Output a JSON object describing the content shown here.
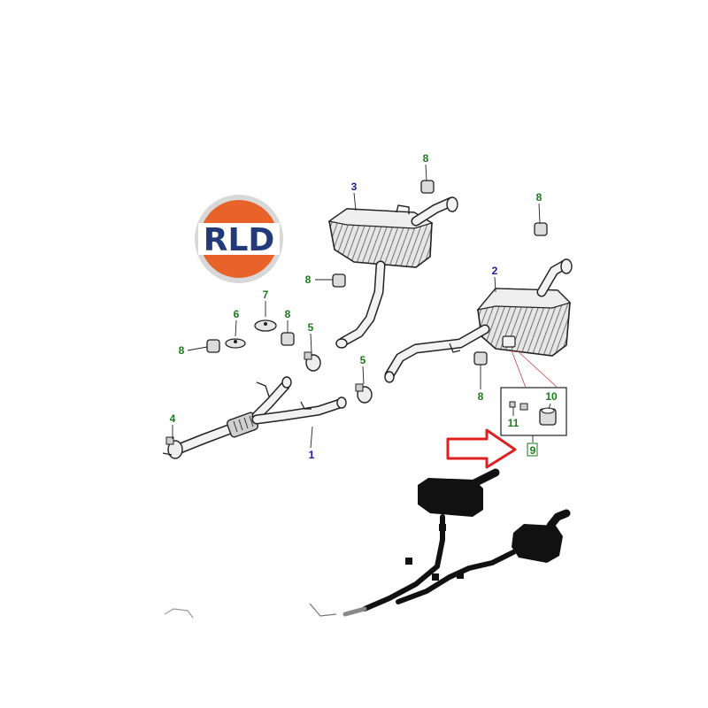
{
  "logo": {
    "text": "RLD",
    "colors": {
      "orange": "#e8632a",
      "ring": "#d8d8d8",
      "text": "#233a7a",
      "band": "#ffffff"
    }
  },
  "colors": {
    "callout_green": "#1b7a1b",
    "callout_blue": "#1a1aa0",
    "arrow_red": "#e0201f",
    "line": "#222222",
    "part_fill": "#dcdcdc",
    "silhouette": "#111111"
  },
  "callouts": {
    "c1": "1",
    "c2": "2",
    "c3": "3",
    "c4": "4",
    "c5a": "5",
    "c5b": "5",
    "c6": "6",
    "c7": "7",
    "c8a": "8",
    "c8b": "8",
    "c8c": "8",
    "c8d": "8",
    "c8e": "8",
    "c8f": "8",
    "c9": "9",
    "c10": "10",
    "c11": "11"
  },
  "highlight": {
    "part": "9"
  }
}
